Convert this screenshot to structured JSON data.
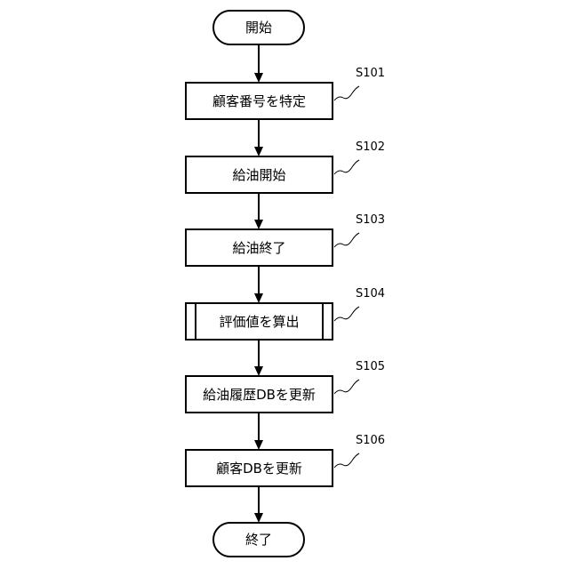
{
  "flowchart": {
    "start": {
      "text": "開始"
    },
    "steps": [
      {
        "id": "S101",
        "label": "S101",
        "text": "顧客番号を特定",
        "kind": "process"
      },
      {
        "id": "S102",
        "label": "S102",
        "text": "給油開始",
        "kind": "process"
      },
      {
        "id": "S103",
        "label": "S103",
        "text": "給油終了",
        "kind": "process"
      },
      {
        "id": "S104",
        "label": "S104",
        "text": "評価値を算出",
        "kind": "subroutine"
      },
      {
        "id": "S105",
        "label": "S105",
        "text": "給油履歴DBを更新",
        "kind": "process"
      },
      {
        "id": "S106",
        "label": "S106",
        "text": "顧客DBを更新",
        "kind": "process"
      }
    ],
    "end": {
      "text": "終了"
    }
  }
}
